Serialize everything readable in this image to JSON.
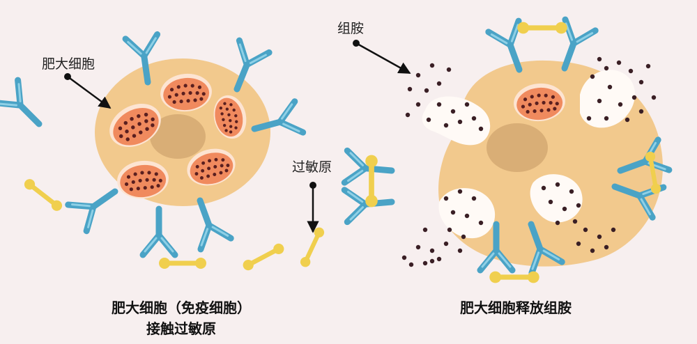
{
  "left_panel": {
    "label_mast_cell": "肥大细胞",
    "label_allergen": "过敏原",
    "caption_line1": "肥大细胞（免疫细胞）",
    "caption_line2": "接触过敏原"
  },
  "right_panel": {
    "label_histamine": "组胺",
    "caption": "肥大细胞释放组胺"
  },
  "colors": {
    "background": "#f7efef",
    "cell_body": "#f2c98d",
    "nucleus": "#d9ae76",
    "antibody": "#4aa3c6",
    "allergen": "#f0cf4e",
    "granule_sac": "#f08a5e",
    "granule_dot": "#5a1f1f",
    "histamine_dot": "#3a1f25"
  },
  "icons": [
    "antibody-icon",
    "allergen-icon",
    "granule-icon",
    "histamine-icon",
    "arrow-icon"
  ]
}
